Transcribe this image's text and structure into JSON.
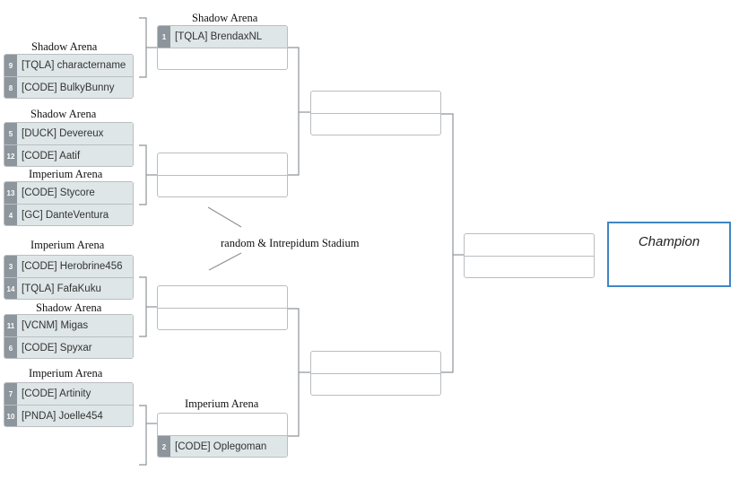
{
  "round1": [
    {
      "arena": "Shadow Arena",
      "top": {
        "seed": "9",
        "name": "[TQLA] charactername"
      },
      "bottom": {
        "seed": "8",
        "name": "[CODE] BulkyBunny"
      }
    },
    {
      "arena": "Shadow Arena",
      "top": {
        "seed": "5",
        "name": "[DUCK] Devereux"
      },
      "bottom": {
        "seed": "12",
        "name": "[CODE] Aatif"
      }
    },
    {
      "arena": "Imperium Arena",
      "top": {
        "seed": "13",
        "name": "[CODE] Stycore"
      },
      "bottom": {
        "seed": "4",
        "name": "[GC] DanteVentura"
      }
    },
    {
      "arena": "Imperium Arena",
      "top": {
        "seed": "3",
        "name": "[CODE] Herobrine456"
      },
      "bottom": {
        "seed": "14",
        "name": "[TQLA] FafaKuku"
      }
    },
    {
      "arena": "Shadow Arena",
      "top": {
        "seed": "11",
        "name": "[VCNM] Migas"
      },
      "bottom": {
        "seed": "6",
        "name": "[CODE] Spyxar"
      }
    },
    {
      "arena": "Imperium Arena",
      "top": {
        "seed": "7",
        "name": "[CODE] Artinity"
      },
      "bottom": {
        "seed": "10",
        "name": "[PNDA] Joelle454"
      }
    }
  ],
  "round2": [
    {
      "arena": "Shadow Arena",
      "top": {
        "seed": "1",
        "name": "[TQLA] BrendaxNL"
      },
      "bottom": {
        "seed": "",
        "name": ""
      }
    },
    {
      "arena": "",
      "top": {
        "seed": "",
        "name": ""
      },
      "bottom": {
        "seed": "",
        "name": ""
      }
    },
    {
      "arena": "",
      "top": {
        "seed": "",
        "name": ""
      },
      "bottom": {
        "seed": "",
        "name": ""
      }
    },
    {
      "arena": "Imperium Arena",
      "top": {
        "seed": "",
        "name": ""
      },
      "bottom": {
        "seed": "2",
        "name": "[CODE] Oplegoman"
      }
    }
  ],
  "annotation": "random & Intrepidum Stadium",
  "champion_label": "Champion"
}
